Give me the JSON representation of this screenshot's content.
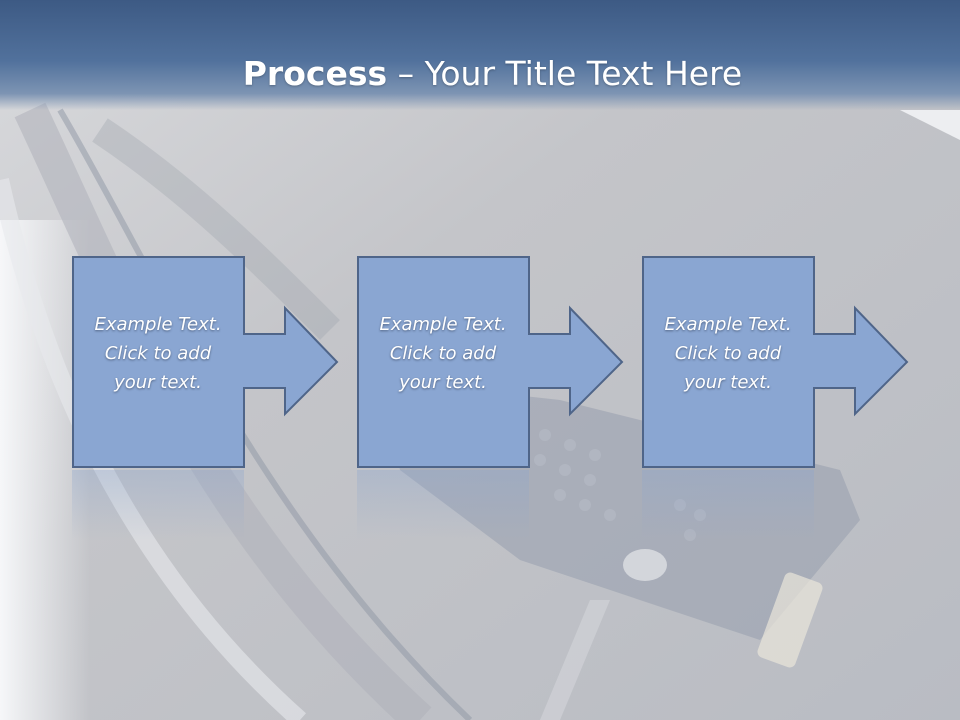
{
  "slide": {
    "title_bold": "Process",
    "title_rest": " – Your Title Text Here"
  },
  "steps": [
    {
      "text": "Example Text.\nClick  to add\nyour text."
    },
    {
      "text": "Example Text.\nClick  to add\nyour text."
    },
    {
      "text": "Example Text.\nClick  to add\nyour text."
    }
  ],
  "colors": {
    "header": "#4a6995",
    "box_fill": "#8aa6d2",
    "box_stroke": "#4f6589",
    "background": "#c6c7ca"
  }
}
